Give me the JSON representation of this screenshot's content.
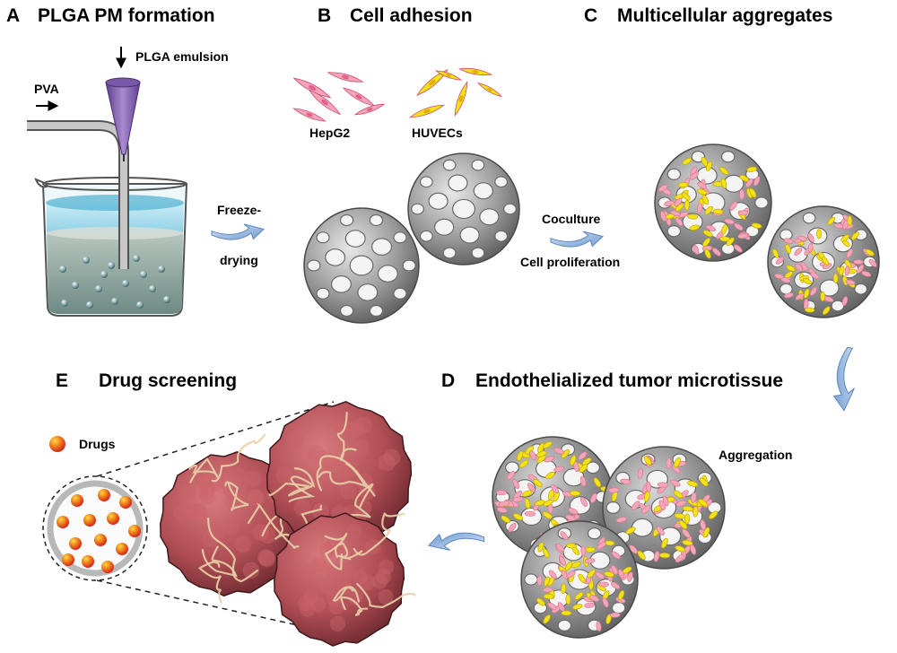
{
  "panels": {
    "a": {
      "letter": "A",
      "title": "PLGA PM formation"
    },
    "b": {
      "letter": "B",
      "title": "Cell adhesion"
    },
    "c": {
      "letter": "C",
      "title": "Multicellular aggregates"
    },
    "d": {
      "letter": "D",
      "title": "Endothelialized tumor microtissue"
    },
    "e": {
      "letter": "E",
      "title": "Drug screening"
    }
  },
  "labels": {
    "plga_emulsion": "PLGA emulsion",
    "pva": "PVA",
    "freeze": "Freeze-",
    "drying": "drying",
    "hepg2": "HepG2",
    "huvecs": "HUVECs",
    "coculture": "Coculture",
    "cell_proliferation": "Cell proliferation",
    "aggregation": "Aggregation",
    "drugs": "Drugs"
  },
  "colors": {
    "hepg2_pink": "#f4a6b8",
    "huvec_yellow": "#f2e21a",
    "scaffold_gray": "#8c8c8c",
    "needle_purple": "#8e6bb5",
    "water_blue": "#a9d8ea",
    "arrow_blue": "#8fb4dc",
    "tissue_red": "#b8545a",
    "drug_red": "#e8321e",
    "drug_yellow": "#f5c400"
  },
  "icons": {
    "down_arrow": "arrow-down-icon",
    "right_arrow": "arrow-right-icon",
    "process_arrow": "curved-arrow-icon"
  }
}
